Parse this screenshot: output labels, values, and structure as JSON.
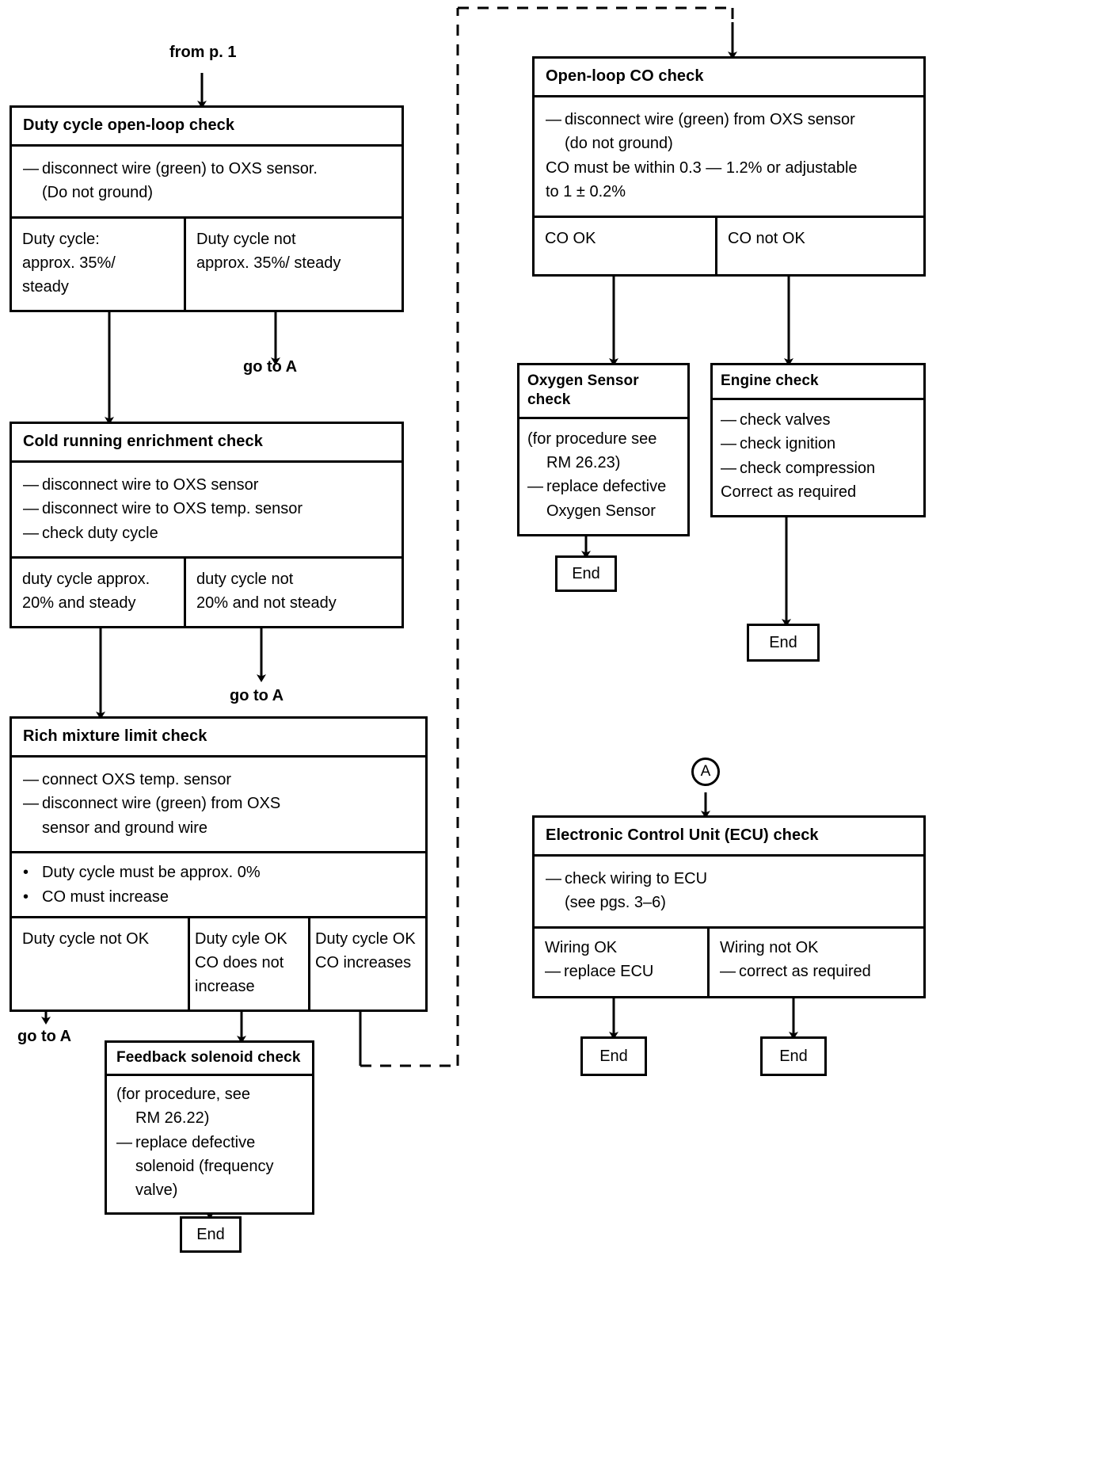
{
  "labels": {
    "from_page": "from p. 1",
    "go_to_a_1": "go to A",
    "go_to_a_2": "go to A",
    "go_to_a_3": "go to A",
    "connector_a": "A",
    "end": "End"
  },
  "boxes": {
    "duty_cycle_open_loop": {
      "title": "Duty cycle open-loop check",
      "body_line1": "disconnect wire (green) to OXS sensor.",
      "body_line2": "(Do not ground)",
      "dash": "—",
      "outcome_left_l1": "Duty cycle:",
      "outcome_left_l2": "approx. 35%/",
      "outcome_left_l3": "steady",
      "outcome_right_l1": "Duty cycle not",
      "outcome_right_l2": "approx. 35%/ steady"
    },
    "cold_running": {
      "title": "Cold running enrichment check",
      "item1": "disconnect wire to OXS sensor",
      "item2": "disconnect wire to OXS temp. sensor",
      "item3": "check duty cycle",
      "dash": "—",
      "outcome_left_l1": "duty cycle approx.",
      "outcome_left_l2": "20% and steady",
      "outcome_right_l1": "duty cycle not",
      "outcome_right_l2": "20% and not steady"
    },
    "rich_mixture": {
      "title": "Rich mixture limit check",
      "item1": "connect OXS temp. sensor",
      "item2": "disconnect wire (green) from OXS",
      "item2b": "sensor and ground wire",
      "dash": "—",
      "bullet": "•",
      "bullet1": "Duty cycle must be approx. 0%",
      "bullet2": "CO must increase",
      "outcome1": "Duty cycle not OK",
      "outcome2_l1": "Duty cyle OK",
      "outcome2_l2": "CO does not",
      "outcome2_l3": "increase",
      "outcome3_l1": "Duty cycle OK",
      "outcome3_l2": "CO increases"
    },
    "feedback_solenoid": {
      "title": "Feedback solenoid check",
      "line1": "(for procedure, see",
      "line2": "RM 26.22)",
      "dash": "—",
      "line3": "replace defective",
      "line4": "solenoid (frequency",
      "line5": "valve)"
    },
    "open_loop_co": {
      "title": "Open-loop CO check",
      "dash": "—",
      "item1": "disconnect wire (green) from OXS sensor",
      "item1b": "(do not ground)",
      "line2": "CO must be within 0.3 — 1.2% or adjustable",
      "line3": "to 1 ± 0.2%",
      "outcome_left": "CO  OK",
      "outcome_right": "CO not OK"
    },
    "oxygen_sensor": {
      "title": "Oxygen Sensor check",
      "line1": "(for procedure see",
      "line2": "RM 26.23)",
      "dash": "—",
      "line3": "replace defective",
      "line4": "Oxygen Sensor"
    },
    "engine_check": {
      "title": "Engine check",
      "dash": "—",
      "item1": "check valves",
      "item2": "check ignition",
      "item3": "check compression",
      "line4": "Correct as required"
    },
    "ecu_check": {
      "title": "Electronic Control Unit (ECU) check",
      "dash": "—",
      "item1": "check wiring to ECU",
      "item1b": "(see pgs. 3–6)",
      "outcome_left_l1": "Wiring OK",
      "outcome_left_l2": "replace ECU",
      "outcome_right_l1": "Wiring not OK",
      "outcome_right_l2": "correct as required"
    }
  },
  "ends": {
    "e1": "End",
    "e2": "End",
    "e3": "End",
    "e4": "End",
    "e5": "End"
  },
  "colors": {
    "stroke": "#000000",
    "background": "#ffffff"
  }
}
